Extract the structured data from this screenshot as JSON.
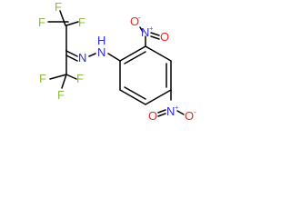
{
  "molecule": {
    "colors": {
      "bond": "#000000",
      "fluorine": "#8fbc3f",
      "nitrogen": "#2b2bd8",
      "oxygen": "#e8281a",
      "background": "#ffffff"
    },
    "labels": {
      "f_top_left": "F",
      "f_top_mid": "F",
      "f_top_right": "F",
      "f_bot_left": "F",
      "f_bot_mid": "F",
      "f_bot_right": "F",
      "n_imine": "N",
      "nh_n": "N",
      "nh_h": "H",
      "no2_top_n": "N",
      "no2_top_o_left": "O",
      "no2_top_o_right": "O",
      "no2_bot_n": "N",
      "no2_bot_o_left": "O",
      "no2_bot_o_right": "O"
    },
    "charges": {
      "plus": "+",
      "minus": "-"
    }
  }
}
